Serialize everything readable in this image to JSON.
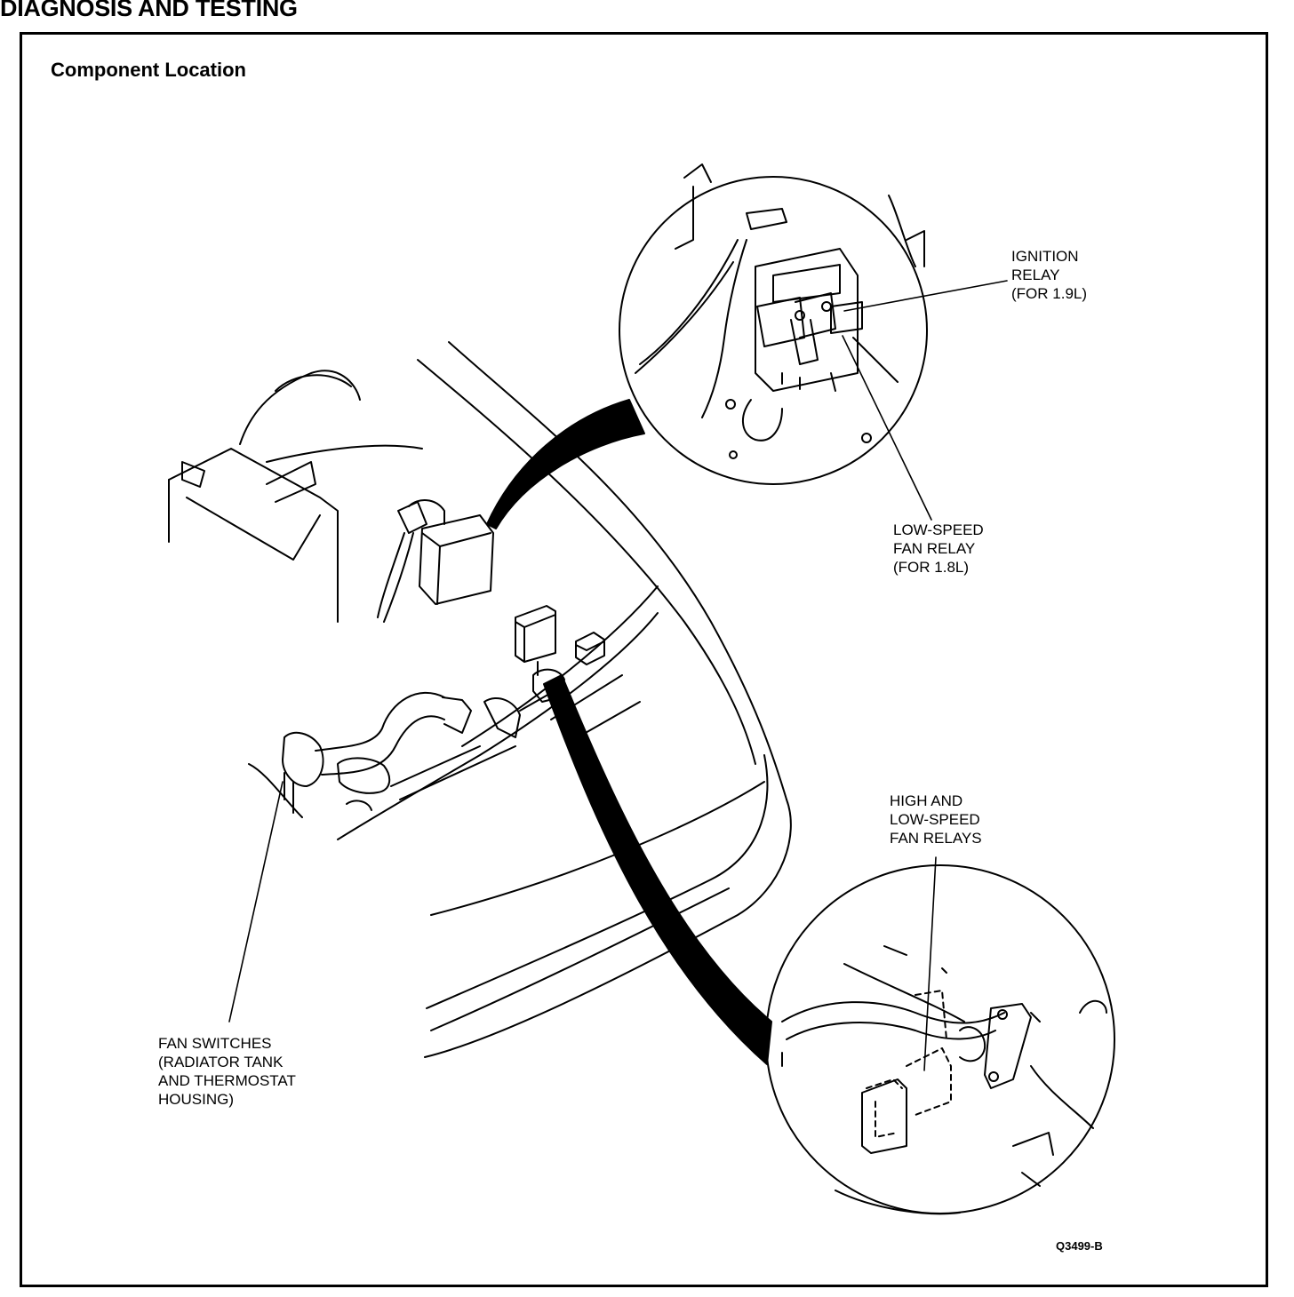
{
  "header": {
    "title": "DIAGNOSIS AND TESTING"
  },
  "figure": {
    "subtitle": "Component Location",
    "figure_id": "Q3499-B",
    "callouts": {
      "ignition_relay": "IGNITION\nRELAY\n(FOR 1.9L)",
      "low_speed_fan_relay": "LOW-SPEED\nFAN RELAY\n(FOR 1.8L)",
      "high_low_speed_fan_relays": "HIGH AND\nLOW-SPEED\nFAN RELAYS",
      "fan_switches": "FAN SWITCHES\n(RADIATOR TANK\nAND THERMOSTAT\nHOUSING)"
    }
  }
}
